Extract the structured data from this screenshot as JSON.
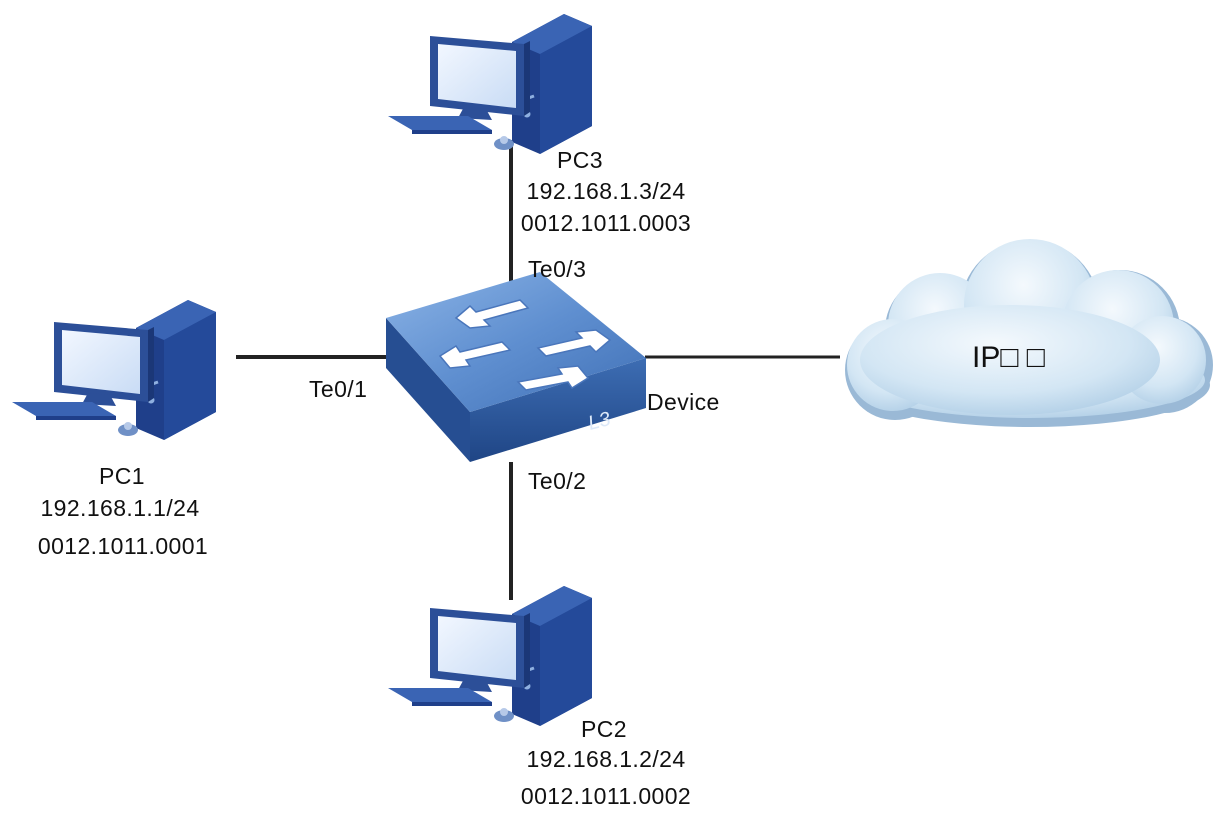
{
  "nodes": {
    "pc1": {
      "name": "PC1",
      "ip": "192.168.1.1/24",
      "mac": "0012.1011.0001"
    },
    "pc2": {
      "name": "PC2",
      "ip": "192.168.1.2/24",
      "mac": "0012.1011.0002"
    },
    "pc3": {
      "name": "PC3",
      "ip": "192.168.1.3/24",
      "mac": "0012.1011.0003"
    },
    "device": {
      "name": "Device",
      "badge": "L3"
    },
    "cloud": {
      "label": "IP□ □"
    }
  },
  "ports": {
    "pc1": "Te0/1",
    "pc2": "Te0/2",
    "pc3": "Te0/3"
  },
  "colors": {
    "device_top": "#5f8fd0",
    "device_side": "#2f5a9c",
    "pc_dark": "#1f3f8a",
    "pc_screen": "#dce9fb",
    "cloud": "#c2dcf0",
    "link": "#222222"
  },
  "icons": {
    "pc": "desktop-computer-icon",
    "device": "layer3-switch-icon",
    "cloud": "cloud-icon"
  }
}
